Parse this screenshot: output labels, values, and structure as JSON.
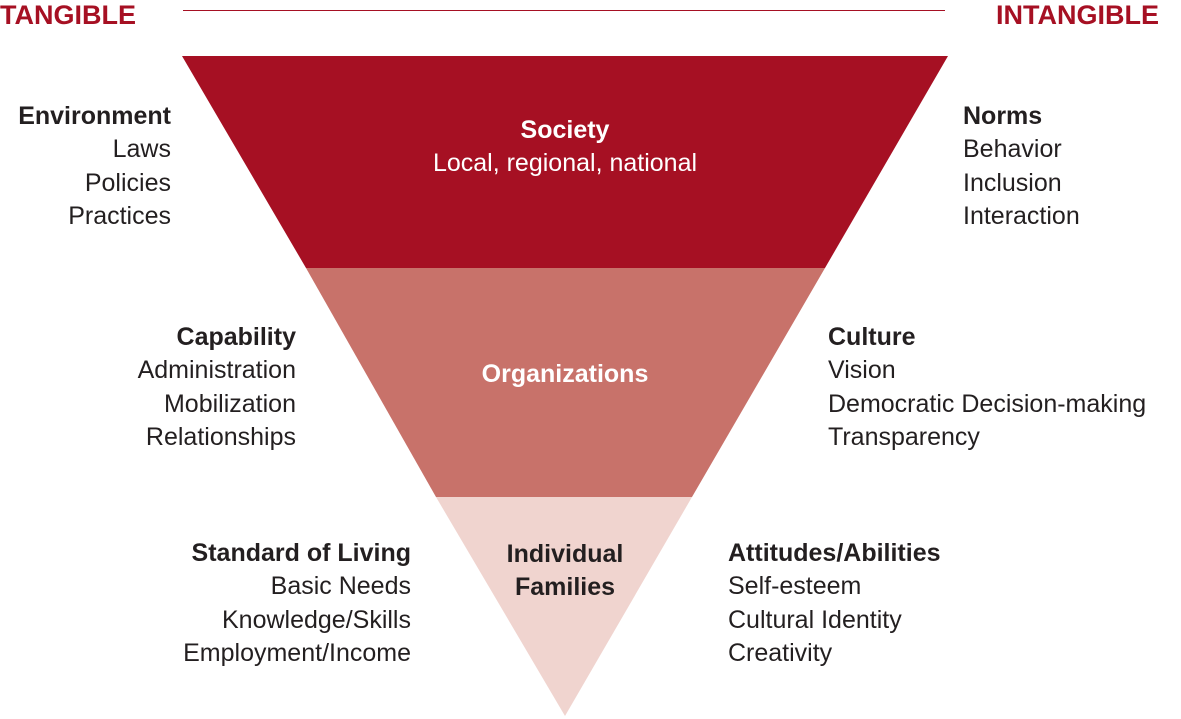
{
  "header": {
    "left_label": "TANGIBLE",
    "right_label": "INTANGIBLE"
  },
  "colors": {
    "accent": "#a61023",
    "society": "#a61023",
    "organizations": "#c8726a",
    "families": "#f0d4cf",
    "text": "#231f20",
    "families_text": "#231f20"
  },
  "layers": {
    "society": {
      "title": "Society",
      "subtitle": "Local, regional, national"
    },
    "organizations": {
      "title": "Organizations"
    },
    "families": {
      "title_line1": "Individual",
      "title_line2": "Families"
    }
  },
  "left": {
    "environment": {
      "heading": "Environment",
      "items": [
        "Laws",
        "Policies",
        "Practices"
      ]
    },
    "capability": {
      "heading": "Capability",
      "items": [
        "Administration",
        "Mobilization",
        "Relationships"
      ]
    },
    "standard": {
      "heading": "Standard of Living",
      "items": [
        "Basic Needs",
        "Knowledge/Skills",
        "Employment/Income"
      ]
    }
  },
  "right": {
    "norms": {
      "heading": "Norms",
      "items": [
        "Behavior",
        "Inclusion",
        "Interaction"
      ]
    },
    "culture": {
      "heading": "Culture",
      "items": [
        "Vision",
        "Democratic Decision-making",
        "Transparency"
      ]
    },
    "attitudes": {
      "heading": "Attitudes/Abilities",
      "items": [
        "Self-esteem",
        "Cultural Identity",
        "Creativity"
      ]
    }
  }
}
